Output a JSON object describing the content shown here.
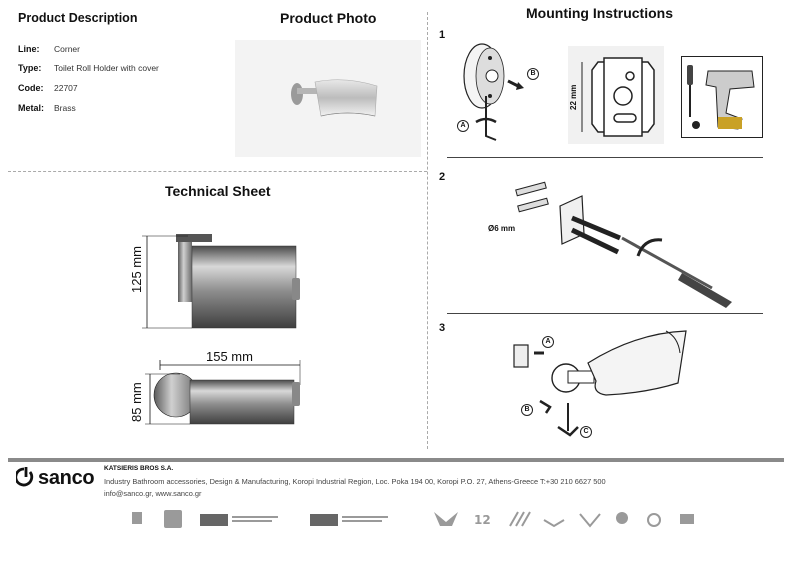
{
  "headings": {
    "product_description": "Product Description",
    "product_photo": "Product Photo",
    "mounting_instructions": "Mounting Instructions",
    "technical_sheet": "Technical Sheet"
  },
  "specs": [
    {
      "key": "Line:",
      "value": "Corner"
    },
    {
      "key": "Type:",
      "value": "Toilet Roll Holder with cover"
    },
    {
      "key": "Code:",
      "value": "22707"
    },
    {
      "key": "Metal:",
      "value": "Brass"
    }
  ],
  "technical": {
    "height_label": "125 mm",
    "width_label": "155 mm",
    "depth_label": "85 mm"
  },
  "steps": {
    "s1": "1",
    "s2": "2",
    "s3": "3",
    "dim_22": "22 mm",
    "dim_6": "Ø6 mm",
    "labels": {
      "a": "A",
      "b": "B",
      "c": "C"
    }
  },
  "footer": {
    "brand": "sanco",
    "company": "KATSIERIS BROS S.A.",
    "address": "Industry Bathroom accessories, Design & Manufacturing, Koropi Industrial Region, Loc. Poka 194 00, Koropi P.O. 27, Athens-Greece  T:+30 210 6627 500",
    "web": "info@sanco.gr, www.sanco.gr"
  },
  "colors": {
    "footer_bar": "#8a8a8a",
    "photo_bg": "#f3f3f3"
  }
}
